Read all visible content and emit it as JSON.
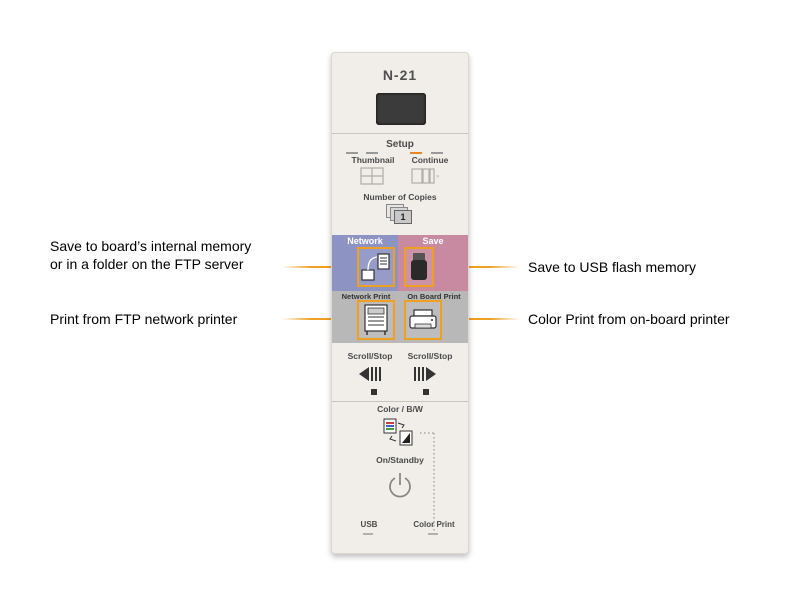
{
  "device": {
    "model": "N-21",
    "setup_label": "Setup",
    "thumbnail_label": "Thumbnail",
    "continue_label": "Continue",
    "copies_label": "Number of Copies",
    "copies_value": "1",
    "network_label": "Network",
    "save_label": "Save",
    "network_print_label": "Network Print",
    "onboard_print_label": "On Board Print",
    "scroll_left_label": "Scroll/Stop",
    "scroll_right_label": "Scroll/Stop",
    "color_bw_label": "Color / B/W",
    "standby_label": "On/Standby",
    "usb_label": "USB",
    "color_print_label": "Color Print"
  },
  "callouts": {
    "network_line1": "Save to board’s internal memory",
    "network_line2": "or in a folder on the FTP server",
    "save": "Save to USB flash memory",
    "network_print": "Print from FTP network printer",
    "onboard_print": "Color Print from on-board printer"
  },
  "colors": {
    "highlight": "#f0a020",
    "network_band": "#8d94c4",
    "save_band": "#c88aa0",
    "print_band": "#b8b8b8",
    "continue_indicator": "#e8862a"
  }
}
